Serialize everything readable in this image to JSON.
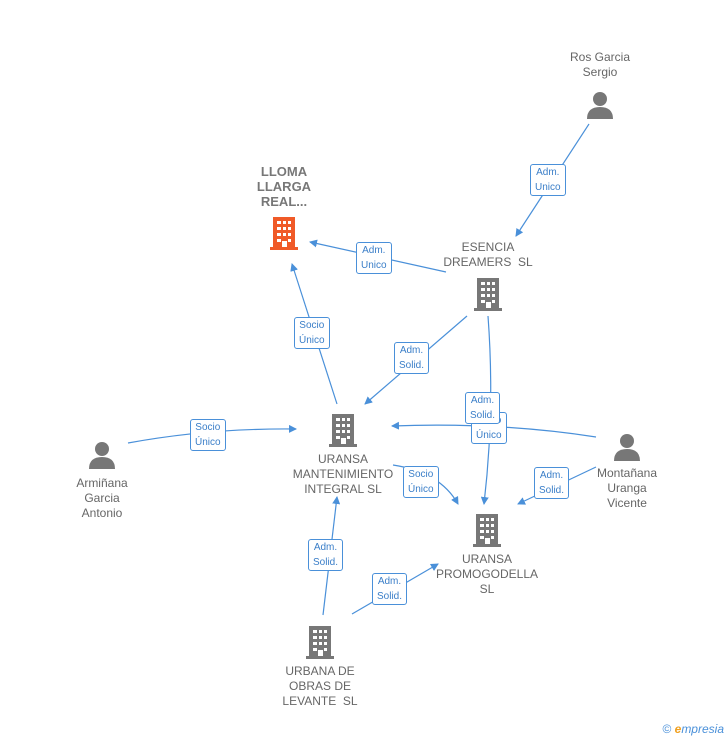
{
  "nodes": {
    "lloma": "LLOMA\nLLARGA\nREAL...",
    "esencia": "ESENCIA\nDREAMERS  SL",
    "ros": "Ros Garcia\nSergio",
    "uransa_mant": "URANSA\nMANTENIMIENTO\nINTEGRAL SL",
    "uransa_promo": "URANSA\nPROMOGODELLA\nSL",
    "armi": "Armiñana\nGarcia\nAntonio",
    "monta": "Montañana\nUranga\nVicente",
    "urbana": "URBANA DE\nOBRAS DE\nLEVANTE  SL"
  },
  "edges": {
    "ros_esencia": "Adm.\nUnico",
    "esencia_lloma": "Adm.\nUnico",
    "mant_lloma": "Socio\nÚnico",
    "esencia_mant": "Adm.\nSolid.",
    "esencia_promo": "Adm.\nSolid.",
    "monta_mant": "Socio\nÚnico",
    "armi_mant": "Socio\nÚnico",
    "mant_promo": "Socio\nÚnico",
    "monta_promo": "Adm.\nSolid.",
    "urbana_mant": "Adm.\nSolid.",
    "urbana_promo": "Adm.\nSolid."
  },
  "footer": {
    "copyright": "©",
    "brand_e": "e",
    "brand_rest": "mpresia"
  },
  "colors": {
    "edge": "#4a90d9",
    "building_grey": "#777777",
    "building_highlight": "#f05a28",
    "person": "#777777"
  }
}
